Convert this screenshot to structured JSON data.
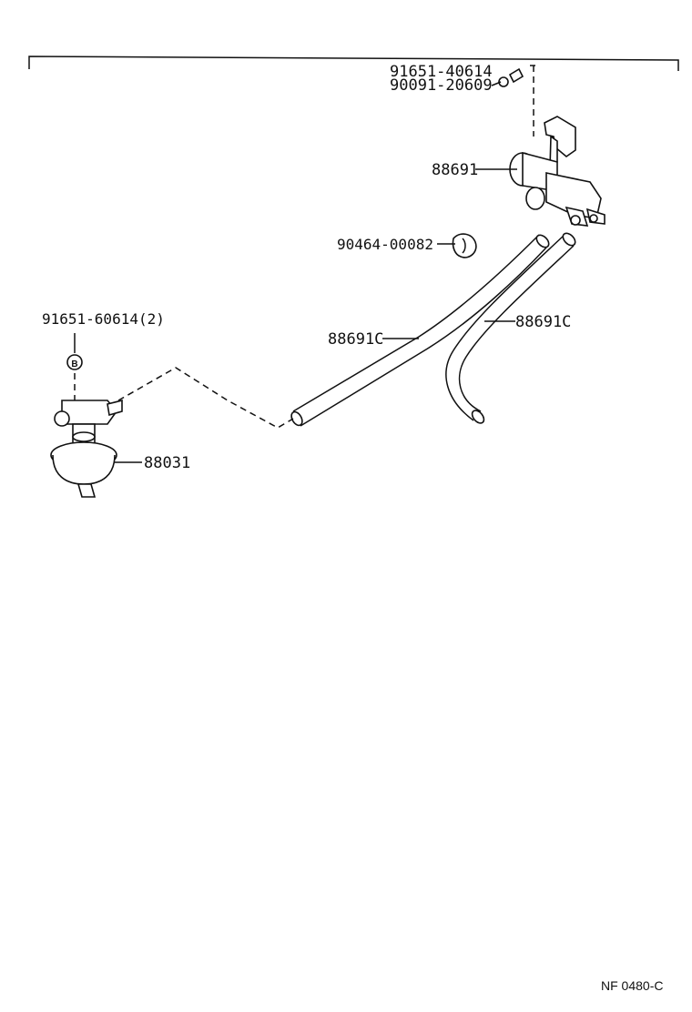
{
  "labels": {
    "bolt_1": "91651-40614",
    "bolt_2": "90091-20609",
    "vsv": "88691",
    "clamp": "90464-00082",
    "hose_a": "88691C",
    "hose_b": "88691C",
    "bolt_3": "91651-60614(2)",
    "marker_b": "B",
    "regulator": "88031"
  },
  "figure_code": "NF 0480-C"
}
